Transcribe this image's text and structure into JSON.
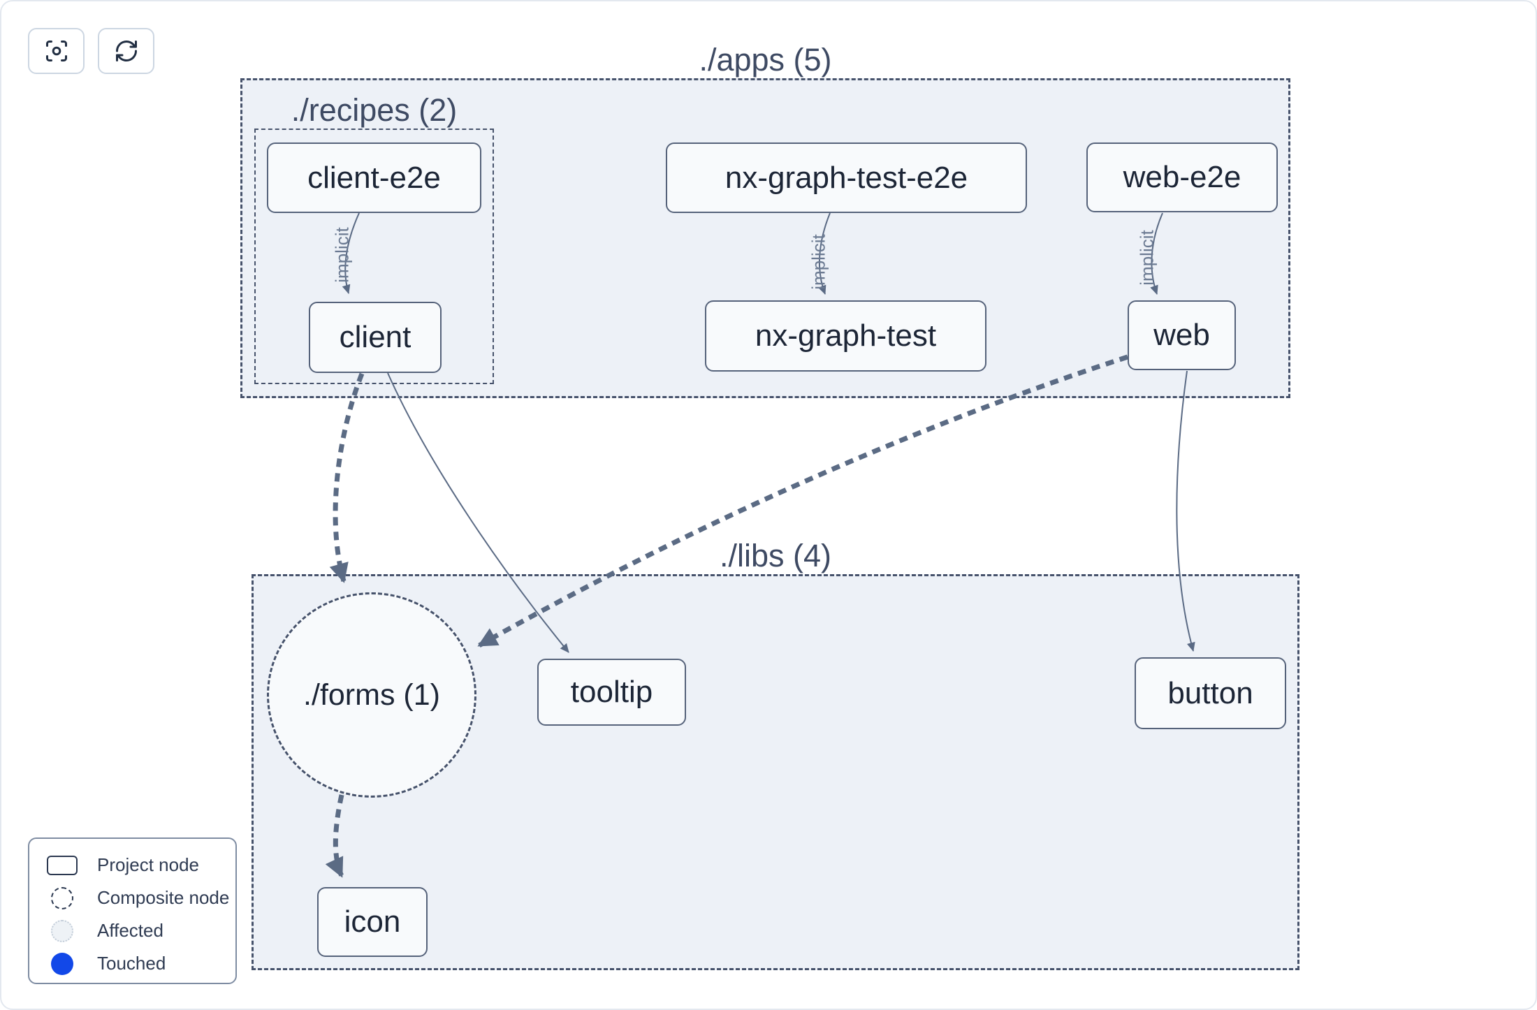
{
  "toolbar": {
    "focus_button": {
      "icon": "focus-icon"
    },
    "refresh_button": {
      "icon": "refresh-icon"
    }
  },
  "graph": {
    "clusters": {
      "apps": {
        "label": "./apps (5)"
      },
      "recipes": {
        "label": "./recipes (2)"
      },
      "libs": {
        "label": "./libs (4)"
      }
    },
    "composite": {
      "label": "./forms (1)"
    },
    "nodes": {
      "client_e2e": {
        "label": "client-e2e"
      },
      "nx_graph_test_e2e": {
        "label": "nx-graph-test-e2e"
      },
      "web_e2e": {
        "label": "web-e2e"
      },
      "client": {
        "label": "client"
      },
      "nx_graph_test": {
        "label": "nx-graph-test"
      },
      "web": {
        "label": "web"
      },
      "tooltip": {
        "label": "tooltip"
      },
      "button": {
        "label": "button"
      },
      "icon": {
        "label": "icon"
      }
    },
    "edges": [
      {
        "source": "client-e2e",
        "target": "client",
        "label": "implicit",
        "style": "solid-thin"
      },
      {
        "source": "nx-graph-test-e2e",
        "target": "nx-graph-test",
        "label": "implicit",
        "style": "solid-thin"
      },
      {
        "source": "web-e2e",
        "target": "web",
        "label": "implicit",
        "style": "solid-thin"
      },
      {
        "source": "client",
        "target": "./forms (1)",
        "label": "",
        "style": "dashed-thick"
      },
      {
        "source": "client",
        "target": "tooltip",
        "label": "",
        "style": "solid-thin"
      },
      {
        "source": "web",
        "target": "./forms (1)",
        "label": "",
        "style": "dashed-thick"
      },
      {
        "source": "web",
        "target": "button",
        "label": "",
        "style": "solid-thin"
      },
      {
        "source": "./forms (1)",
        "target": "icon",
        "label": "",
        "style": "dashed-thick"
      }
    ]
  },
  "legend": {
    "items": [
      {
        "label": "Project node",
        "swatch": "project-node-swatch"
      },
      {
        "label": "Composite node",
        "swatch": "composite-node-swatch"
      },
      {
        "label": "Affected",
        "swatch": "affected-swatch"
      },
      {
        "label": "Touched",
        "swatch": "touched-swatch"
      }
    ]
  },
  "colors": {
    "cluster_fill": "#edf1f7",
    "cluster_border": "#46526b",
    "node_fill": "#f8fafc",
    "node_border": "#55627a",
    "node_text": "#1c2536",
    "edge": "#5b6b84",
    "edge_label": "#6b7a92",
    "touched_blue": "#1248e8",
    "affected_fill": "#eef2f6"
  }
}
